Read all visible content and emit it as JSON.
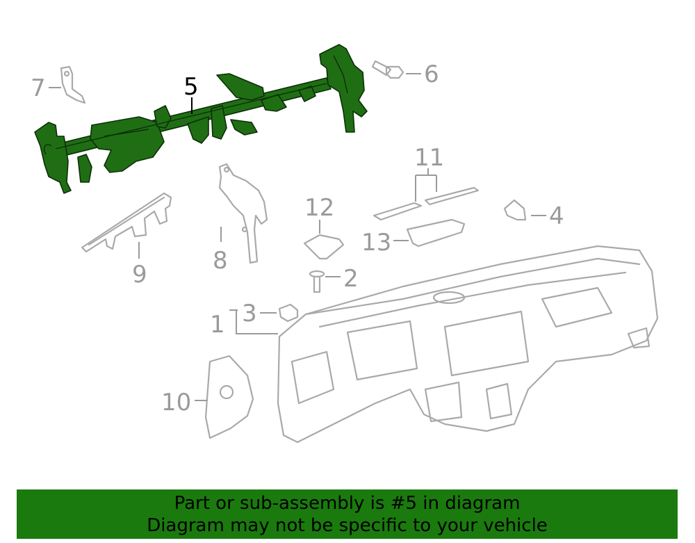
{
  "callouts": {
    "c1": "1",
    "c2": "2",
    "c3": "3",
    "c4": "4",
    "c5": "5",
    "c6": "6",
    "c7": "7",
    "c8": "8",
    "c9": "9",
    "c10": "10",
    "c11": "11",
    "c12": "12",
    "c13": "13"
  },
  "highlighted_part": "5",
  "highlight_color": "#1f6e14",
  "banner": {
    "line1": "Part or sub-assembly is #5 in diagram",
    "line2": "Diagram may not be specific to your vehicle",
    "background": "#1a7a0e"
  }
}
